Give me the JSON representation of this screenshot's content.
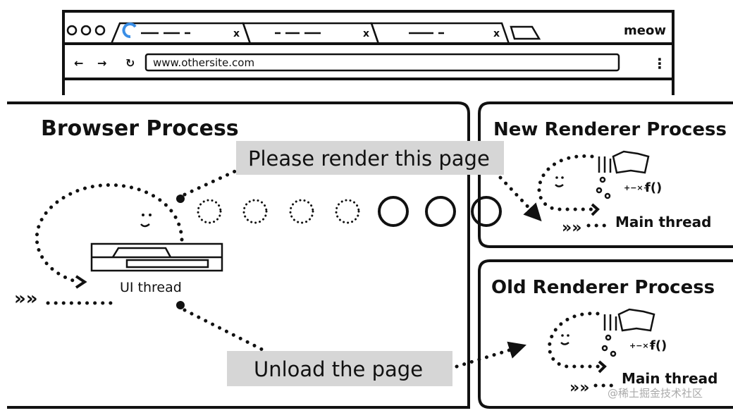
{
  "browser_window": {
    "tabs": [
      {
        "has_spinner": true
      },
      {
        "has_spinner": false
      },
      {
        "has_spinner": false
      }
    ],
    "profile_label": "meow",
    "url": "www.othersite.com",
    "spinner_color": "#3a8ee6"
  },
  "browser_process": {
    "title": "Browser Process",
    "ui_thread_label": "UI thread"
  },
  "messages": {
    "render": "Please render this page",
    "unload": "Unload the page"
  },
  "new_renderer": {
    "title": "New Renderer Process",
    "thread_label": "Main thread"
  },
  "old_renderer": {
    "title": "Old Renderer Process",
    "thread_label": "Main thread"
  },
  "watermark": "@稀土掘金技术社区",
  "colors": {
    "message_box": "#d6d6d6",
    "ink": "#111111"
  }
}
